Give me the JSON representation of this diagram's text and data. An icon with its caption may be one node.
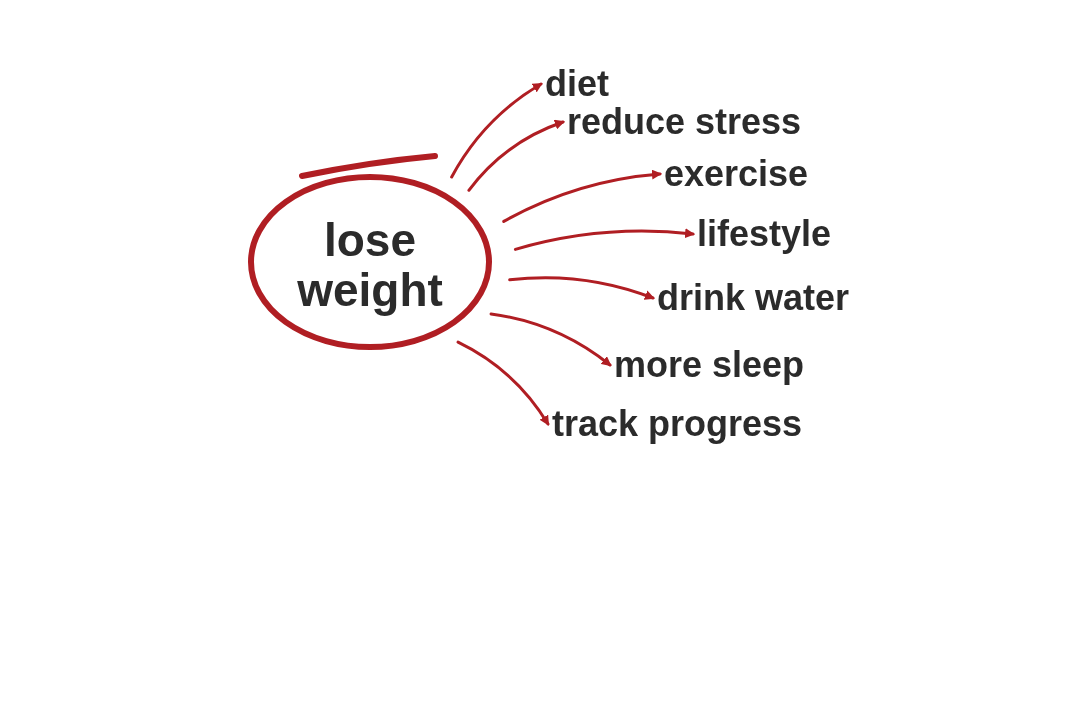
{
  "diagram": {
    "nodes": [
      {
        "text": [
          "lose weight"
        ]
      },
      {
        "text": [
          "diet"
        ]
      },
      {
        "text": [
          "reduce stress"
        ]
      },
      {
        "text": [
          "exercise"
        ]
      },
      {
        "text": [
          "lifestyle"
        ]
      },
      {
        "text": [
          "drink water"
        ]
      },
      {
        "text": [
          "more sleep"
        ]
      },
      {
        "text": [
          "track progress"
        ]
      }
    ],
    "edges": [
      {
        "from": 0,
        "to": 1,
        "arrow": "to"
      },
      {
        "from": 0,
        "to": 2,
        "arrow": "to"
      },
      {
        "from": 0,
        "to": 3,
        "arrow": "to"
      },
      {
        "from": 0,
        "to": 4,
        "arrow": "to"
      },
      {
        "from": 0,
        "to": 5,
        "arrow": "to"
      },
      {
        "from": 0,
        "to": 6,
        "arrow": "to"
      },
      {
        "from": 0,
        "to": 7,
        "arrow": "to"
      }
    ]
  }
}
